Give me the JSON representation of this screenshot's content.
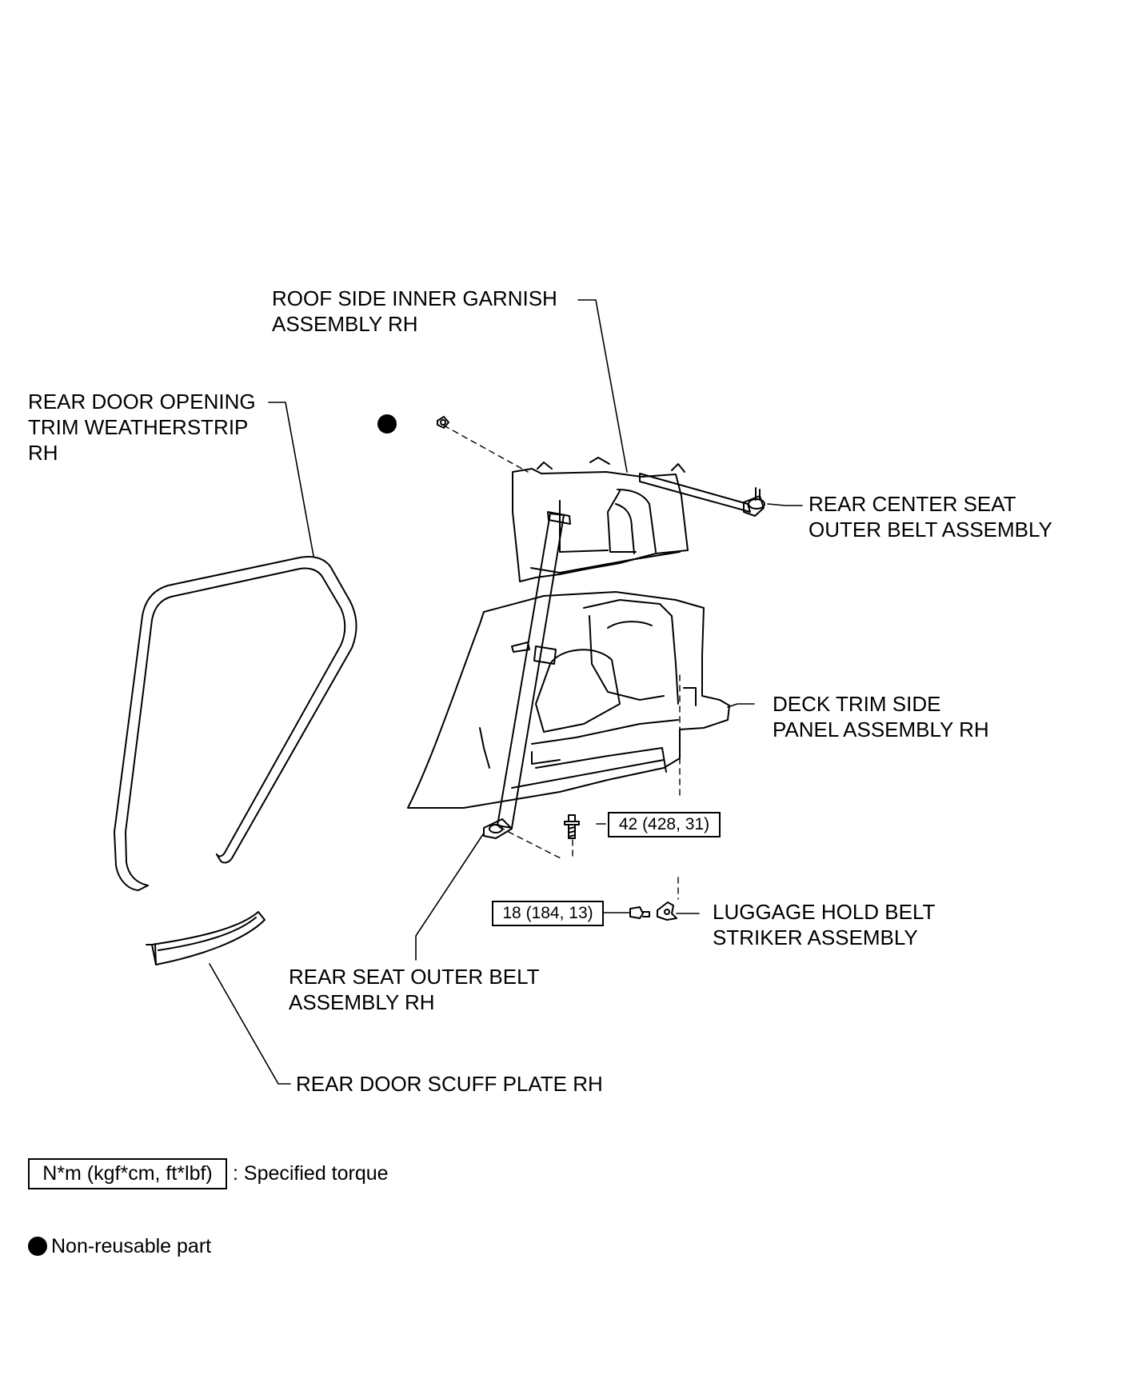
{
  "labels": {
    "roof_side_garnish": [
      "ROOF SIDE INNER GARNISH",
      "ASSEMBLY RH"
    ],
    "rear_door_weatherstrip": [
      "REAR DOOR OPENING",
      "TRIM WEATHERSTRIP",
      "RH"
    ],
    "rear_center_belt": [
      "REAR CENTER SEAT",
      "OUTER BELT ASSEMBLY"
    ],
    "deck_trim_panel": [
      "DECK TRIM SIDE",
      "PANEL ASSEMBLY RH"
    ],
    "luggage_striker": [
      "LUGGAGE HOLD BELT",
      "STRIKER ASSEMBLY"
    ],
    "rear_seat_outer_belt": [
      "REAR SEAT OUTER BELT",
      "ASSEMBLY RH"
    ],
    "rear_door_scuff": [
      "REAR DOOR SCUFF PLATE RH"
    ]
  },
  "torques": {
    "belt_anchor_bolt": "42 (428, 31)",
    "striker_bolt": "18 (184, 13)"
  },
  "legend": {
    "torque_unit": "N*m (kgf*cm, ft*lbf)",
    "torque_desc": ": Specified torque",
    "nonreusable_desc": "Non-reusable part"
  },
  "colors": {
    "ink": "#000000",
    "panel_fill": "#ffffff",
    "shade": "#bdbdbd"
  }
}
